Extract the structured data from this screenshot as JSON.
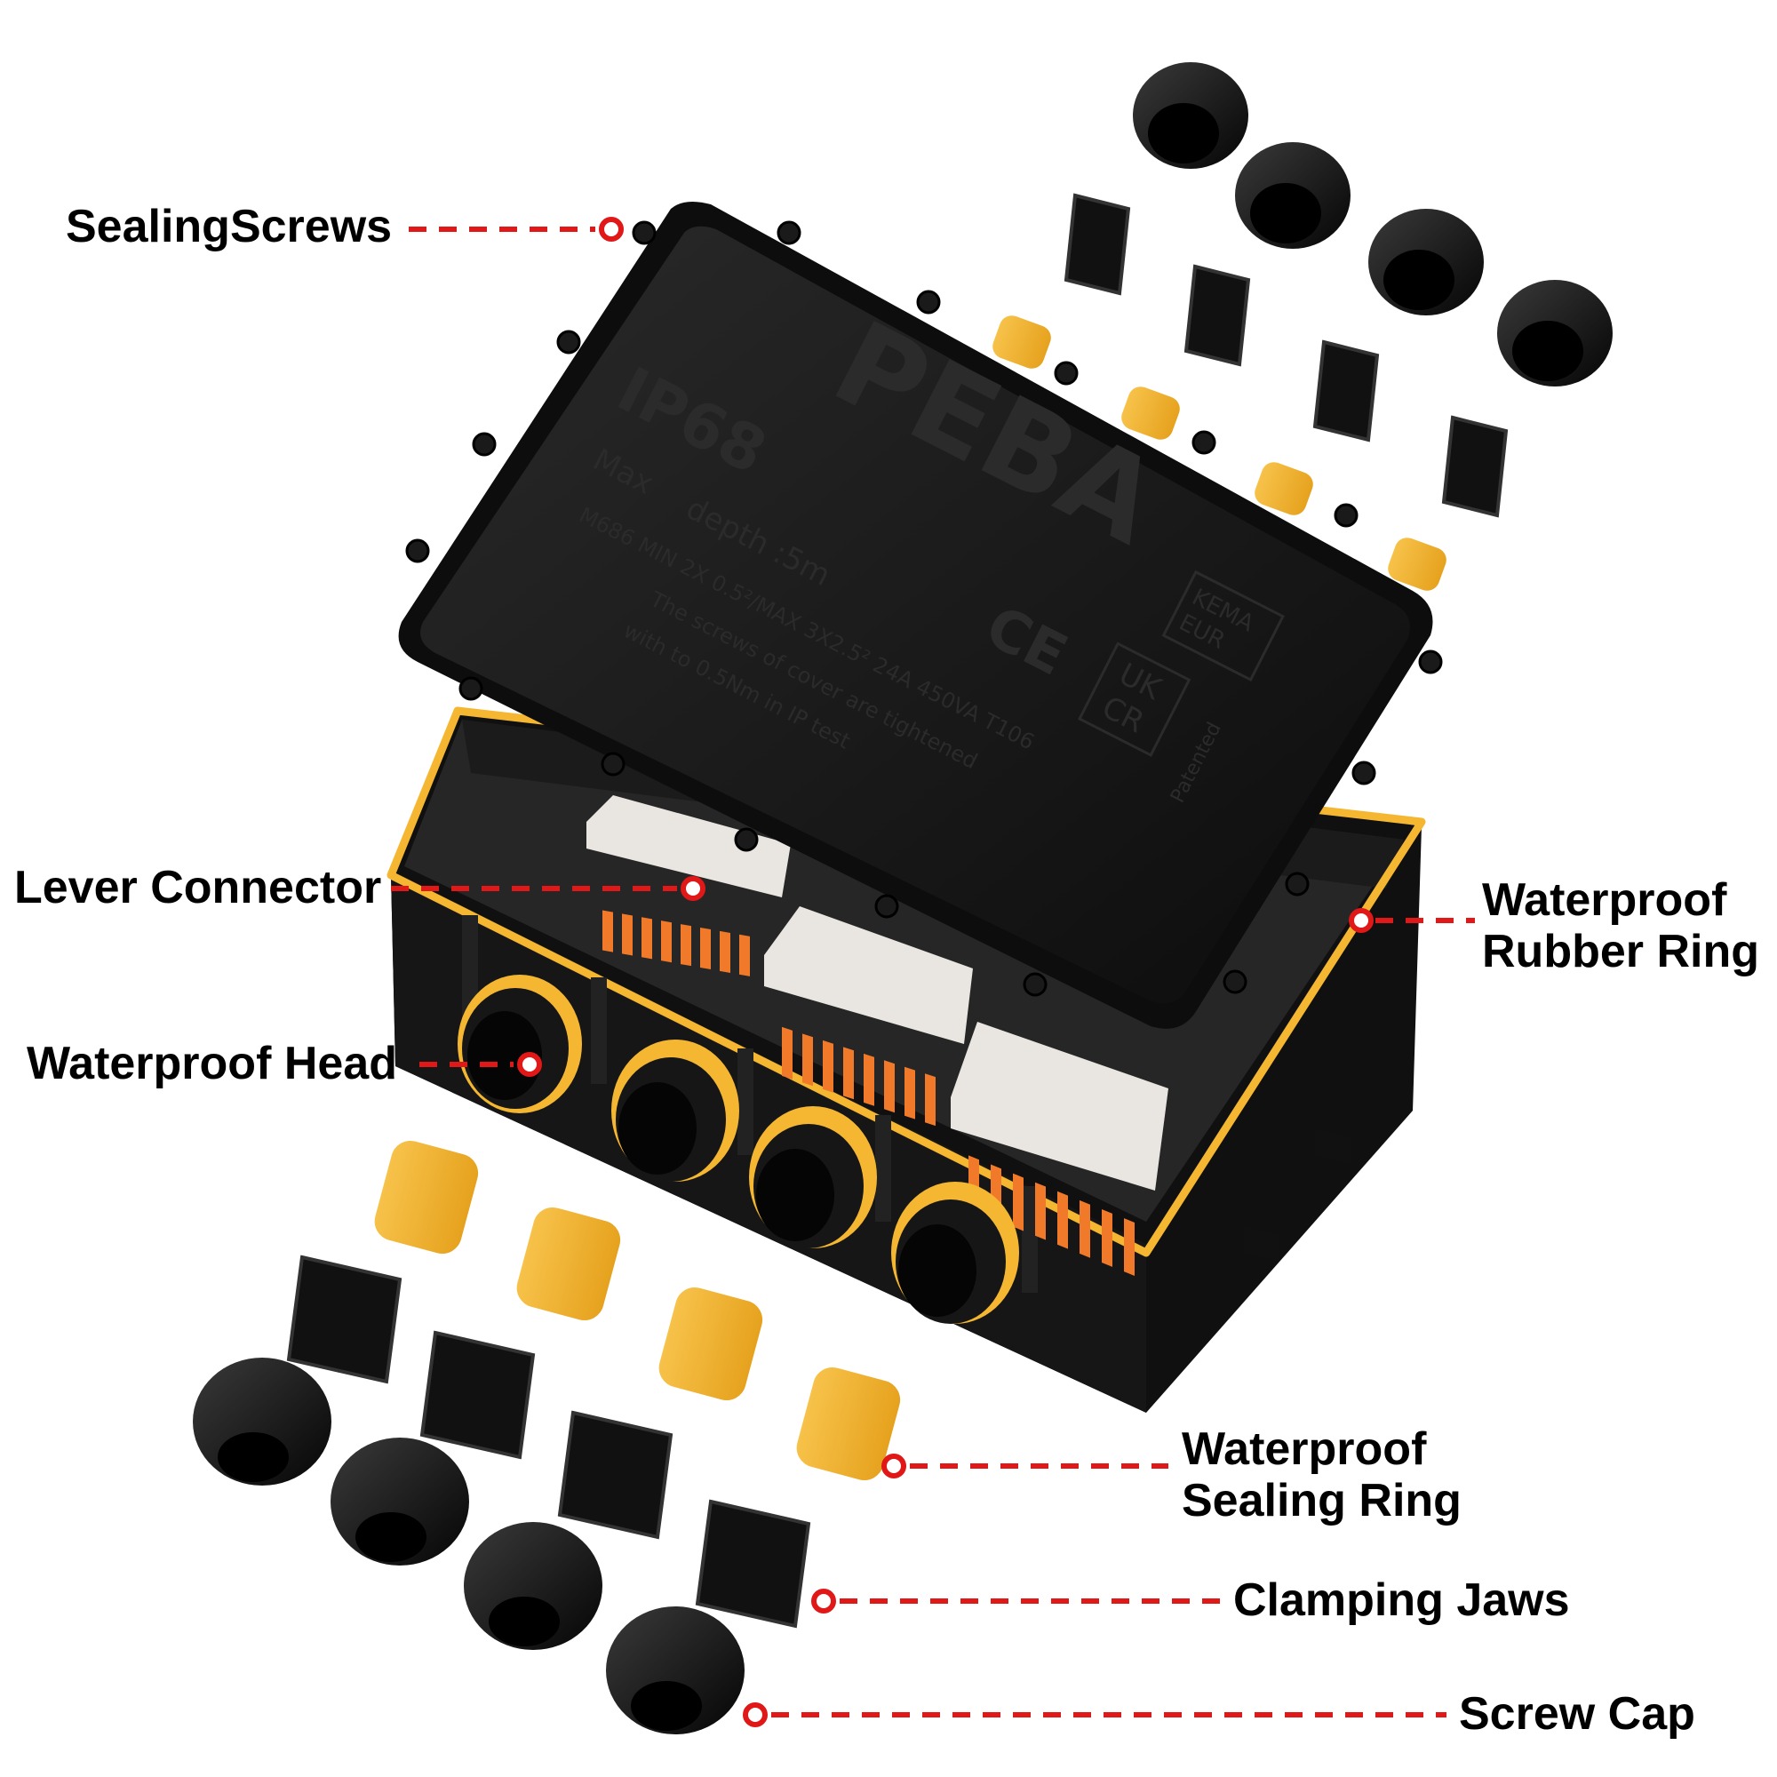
{
  "labels": {
    "sealing_screws": "SealingScrews",
    "lever_connector": "Lever Connector",
    "waterproof_head": "Waterproof Head",
    "rubber_ring_line1": "Waterproof",
    "rubber_ring_line2": "Rubber Ring",
    "sealing_ring_line1": "Waterproof",
    "sealing_ring_line2": "Sealing Ring",
    "clamping_jaws": "Clamping Jaws",
    "screw_cap": "Screw Cap"
  },
  "lid": {
    "brand": "PEBA",
    "rating": "IP68",
    "max": "Max",
    "depth": "depth :5m",
    "spec": "M686 MIN 2X 0.5²/MAX 3X2.5²   24A 450VA   T106",
    "note_line1": "The screws of cover are tightened",
    "note_line2": "with to 0.5Nm in IP test",
    "ce": "CE",
    "kema_line1": "KEMA",
    "kema_line2": "EUR",
    "ukcr_line1": "UK",
    "ukcr_line2": "CR",
    "patented": "Patented"
  },
  "colors": {
    "accent_red": "#e01818",
    "housing_black": "#141414",
    "seal_yellow": "#f5b731",
    "lever_orange": "#f07a2a"
  }
}
